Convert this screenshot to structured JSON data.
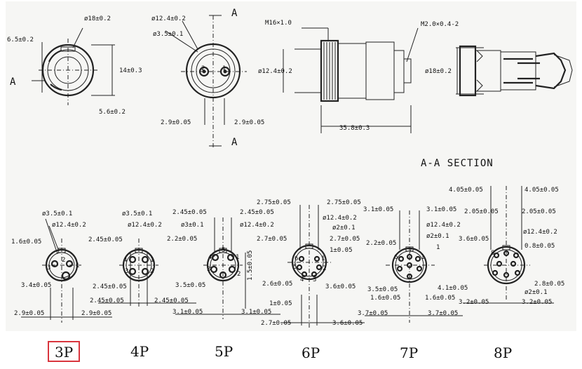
{
  "top": {
    "d1": "ø18±0.2",
    "d2": "6.5±0.2",
    "d3": "14±0.3",
    "d4": "5.6±0.2",
    "a": "A",
    "d5": "ø12.4±0.2",
    "d6": "ø3.5±0.1",
    "d7": "2.9±0.05",
    "d8": "2.9±0.05",
    "a1": "A",
    "a2": "A",
    "d9": "M16×1.0",
    "d10": "ø12.4±0.2",
    "d11": "35.8±0.3",
    "d12": "M2.0×0.4-2",
    "d13": "ø18±0.2",
    "section": "A-A SECTION",
    "p1": "2",
    "p2": "1"
  },
  "c3p": {
    "a": "ø3.5±0.1",
    "b": "ø12.4±0.2",
    "c": "1.6±0.05",
    "d": "3.4±0.05",
    "e": "2.9±0.05",
    "f": "2.9±0.05",
    "p1": "3",
    "p2": "1",
    "p3": "2"
  },
  "c4p": {
    "a": "ø3.5±0.1",
    "b": "ø12.4±0.2",
    "c": "2.45±0.05",
    "d": "2.45±0.05",
    "e": "2.45±0.05",
    "f": "2.45±0.05",
    "p1": "4",
    "p2": "1",
    "p3": "3",
    "p4": "2"
  },
  "c5p": {
    "a": "2.45±0.05",
    "b": "2.45±0.05",
    "c": "ø3±0.1",
    "d": "ø12.4±0.2",
    "e": "2.2±0.05",
    "f": "3.5±0.05",
    "g": "3.1±0.05",
    "h": "3.1±0.05",
    "i": "1.5±0.05",
    "p1": "4",
    "p2": "1",
    "p3": "3",
    "p4": "2",
    "p5": "5"
  },
  "c6p": {
    "a": "2.75±0.05",
    "b": "2.75±0.05",
    "c": "ø12.4±0.2",
    "d": "ø2±0.1",
    "e": "2.7±0.05",
    "f": "2.7±0.05",
    "g": "1±0.05",
    "h": "2.6±0.05",
    "i": "3.6±0.05",
    "j": "1±0.05",
    "k": "2.7±0.05",
    "l": "3.6±0.05",
    "p1": "6",
    "p2": "5",
    "p3": "4",
    "p4": "3",
    "p5": "2",
    "p6": "1"
  },
  "c7p": {
    "a": "3.1±0.05",
    "b": "3.1±0.05",
    "c": "ø12.4±0.2",
    "d": "ø2±0.1",
    "e": "2.2±0.05",
    "f": "1",
    "g": "3.5±0.05",
    "h": "1.6±0.05",
    "i": "1.6±0.05",
    "j": "3.7±0.05",
    "k": "3.7±0.05",
    "p1": "6",
    "p2": "7",
    "p3": "1"
  },
  "c8p": {
    "a": "4.05±0.05",
    "b": "4.05±0.05",
    "c": "2.05±0.05",
    "d": "2.05±0.05",
    "e": "ø12.4±0.2",
    "f": "3.6±0.05",
    "g": "0.8±0.05",
    "h": "2.8±0.05",
    "i": "ø2±0.1",
    "j": "4.1±0.05",
    "k": "3.2±0.05",
    "l": "3.2±0.05",
    "p1": "8"
  },
  "labels": [
    "3P",
    "4P",
    "5P",
    "6P",
    "7P",
    "8P"
  ]
}
